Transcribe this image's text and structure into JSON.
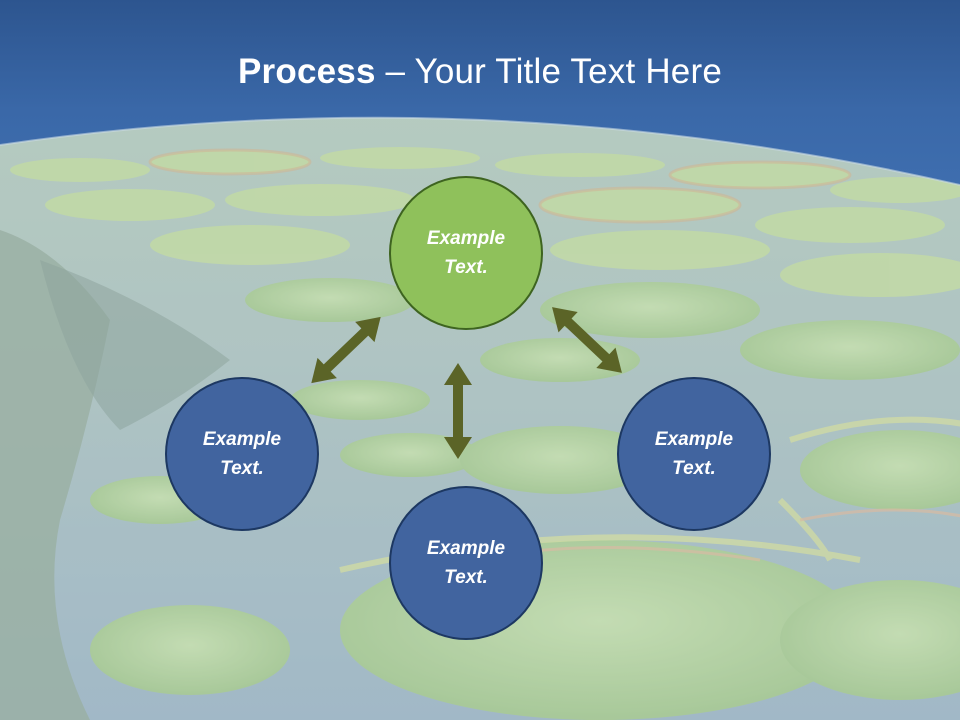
{
  "slide": {
    "title_bold": "Process",
    "title_rest": " – Your Title Text Here",
    "colors": {
      "header": "#3a68a8",
      "node_blue": "#41649f",
      "node_green": "#8fc15b",
      "arrow": "#5b6427"
    },
    "nodes": [
      {
        "text": "Example Text.",
        "color": "green"
      },
      {
        "text": "Example Text.",
        "color": "blue"
      },
      {
        "text": "Example Text.",
        "color": "blue"
      },
      {
        "text": "Example Text.",
        "color": "blue"
      }
    ],
    "icons": [
      "double-arrow-icon"
    ]
  }
}
